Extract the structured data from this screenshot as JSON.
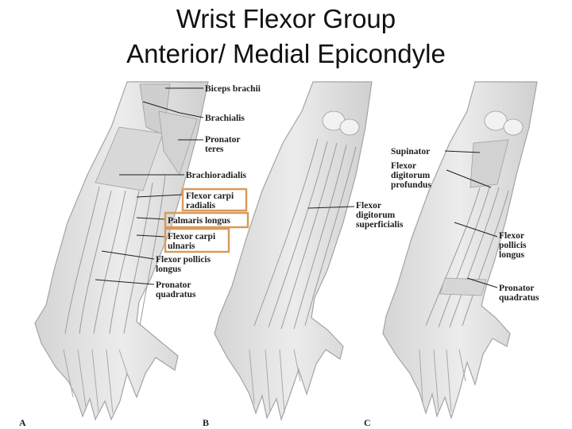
{
  "title": {
    "line1": "Wrist Flexor Group",
    "line2": "Anterior/ Medial Epicondyle"
  },
  "panels": [
    {
      "letter": "A",
      "labels": [
        {
          "lines": [
            "Biceps brachii"
          ]
        },
        {
          "lines": [
            "Brachialis"
          ]
        },
        {
          "lines": [
            "Pronator",
            "teres"
          ]
        },
        {
          "lines": [
            "Brachioradialis"
          ]
        },
        {
          "lines": [
            "Flexor carpi",
            "radialis"
          ],
          "highlighted": true
        },
        {
          "lines": [
            "Palmaris longus"
          ],
          "highlighted": true
        },
        {
          "lines": [
            "Flexor carpi",
            "ulnaris"
          ],
          "highlighted": true
        },
        {
          "lines": [
            "Flexor pollicis",
            "longus"
          ]
        },
        {
          "lines": [
            "Pronator",
            "quadratus"
          ]
        }
      ]
    },
    {
      "letter": "B",
      "labels": [
        {
          "lines": [
            "Flexor",
            "digitorum",
            "superficialis"
          ]
        }
      ]
    },
    {
      "letter": "C",
      "labels": [
        {
          "lines": [
            "Supinator"
          ]
        },
        {
          "lines": [
            "Flexor",
            "digitorum",
            "profundus"
          ]
        },
        {
          "lines": [
            "Flexor",
            "pollicis",
            "longus"
          ]
        },
        {
          "lines": [
            "Pronator",
            "quadratus"
          ]
        }
      ]
    }
  ],
  "colors": {
    "highlight_box": "#d99a5b",
    "skin_fill": "#e6e6e6",
    "muscle_fill": "#cfcfcf",
    "outline": "#9a9a9a"
  }
}
